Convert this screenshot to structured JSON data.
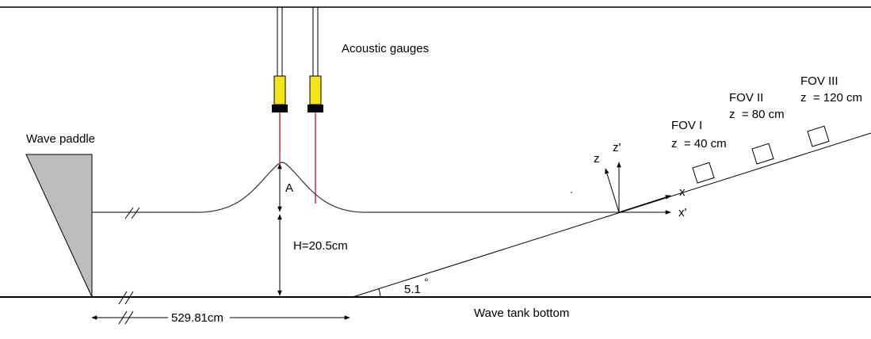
{
  "labels": {
    "acoustic_gauges": "Acoustic gauges",
    "wave_paddle": "Wave paddle",
    "amplitude": "A",
    "depth": "H=20.5cm",
    "distance": "529.81cm",
    "slope_angle": "5.1",
    "degree_symbol": "°",
    "tank_bottom": "Wave tank bottom",
    "axis_z": "z",
    "axis_z_prime": "z'",
    "axis_x": "x",
    "axis_x_prime": "x'"
  },
  "fovs": [
    {
      "name": "FOV I",
      "z": "z  = 40 cm"
    },
    {
      "name": "FOV II",
      "z": "z  = 80 cm"
    },
    {
      "name": "FOV III",
      "z": "z  = 120 cm"
    }
  ],
  "colors": {
    "line": "#000000",
    "gauge_body": "#f4e51a",
    "gauge_cap": "#000000",
    "laser": "#b0001a",
    "paddle_fill": "#bdbdbd"
  }
}
